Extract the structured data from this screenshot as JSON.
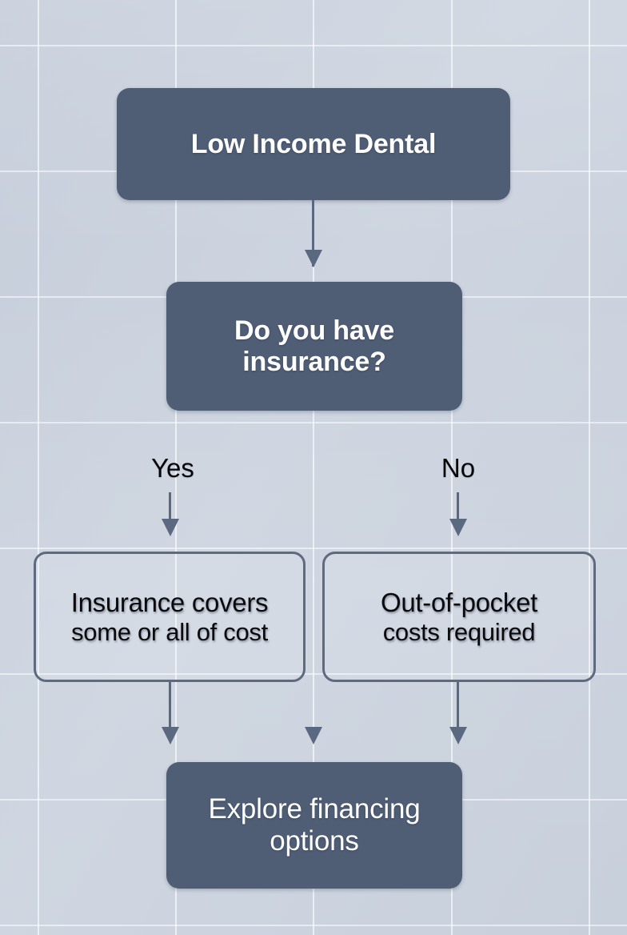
{
  "diagram": {
    "title": "Low Income Dental decision flowchart",
    "colors": {
      "background": "#c9d0dc",
      "grid_line": "#ffffff",
      "node_fill": "#4f5d75",
      "node_fill_text": "#ffffff",
      "node_outline_border": "#5d6a80",
      "node_outline_text": "#0a0a0c",
      "connector": "#5a6880",
      "branch_label_text": "#050608"
    },
    "nodes": [
      {
        "id": "start",
        "style": "filled",
        "label": "Low Income Dental",
        "lines": [
          "Low Income Dental"
        ]
      },
      {
        "id": "decision-insurance",
        "style": "filled",
        "label": "Do you have insurance?",
        "lines": [
          "Do you have",
          "insurance?"
        ]
      },
      {
        "id": "insurance-covers",
        "style": "outlined",
        "label": "Insurance covers some or all of cost",
        "lines": [
          "Insurance covers",
          "some or all of cost"
        ]
      },
      {
        "id": "out-of-pocket",
        "style": "outlined",
        "label": "Out-of-pocket costs required",
        "lines": [
          "Out-of-pocket",
          "costs required"
        ]
      },
      {
        "id": "explore-financing",
        "style": "filled",
        "label": "Explore financing options",
        "lines": [
          "Explore financing",
          "options"
        ]
      }
    ],
    "branch_labels": [
      {
        "id": "yes",
        "text": "Yes",
        "from": "decision-insurance",
        "to": "insurance-covers"
      },
      {
        "id": "no",
        "text": "No",
        "from": "decision-insurance",
        "to": "out-of-pocket"
      }
    ],
    "edges": [
      {
        "from": "start",
        "to": "decision-insurance",
        "label": ""
      },
      {
        "from": "decision-insurance",
        "to": "insurance-covers",
        "label": "Yes"
      },
      {
        "from": "decision-insurance",
        "to": "out-of-pocket",
        "label": "No"
      },
      {
        "from": "insurance-covers",
        "to": "explore-financing",
        "label": ""
      },
      {
        "from": "out-of-pocket",
        "to": "explore-financing",
        "label": ""
      }
    ]
  }
}
